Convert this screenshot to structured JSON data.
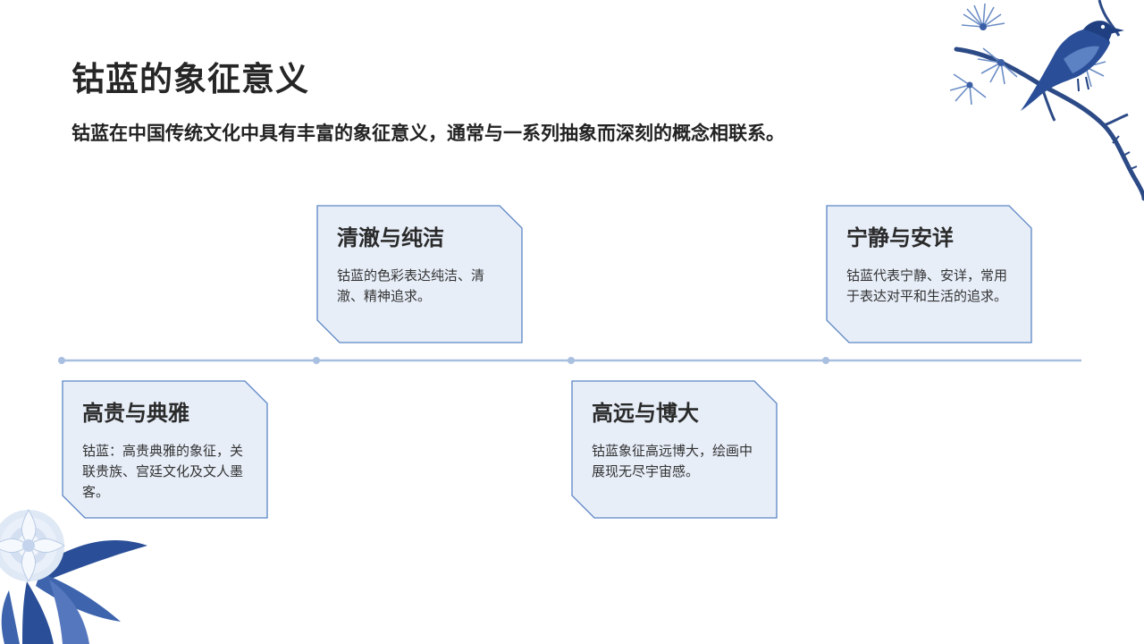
{
  "title": "钴蓝的象征意义",
  "subtitle": "钴蓝在中国传统文化中具有丰富的象征意义，通常与一系列抽象而深刻的概念相联系。",
  "cards": [
    {
      "title": "高贵与典雅",
      "body": "钴蓝：高贵典雅的象征，关联贵族、宫廷文化及文人墨客。"
    },
    {
      "title": "清澈与纯洁",
      "body": "钴蓝的色彩表达纯洁、清澈、精神追求。"
    },
    {
      "title": "高远与博大",
      "body": "钴蓝象征高远博大，绘画中展现无尽宇宙感。"
    },
    {
      "title": "宁静与安详",
      "body": "钴蓝代表宁静、安详，常用于表达对平和生活的追求。"
    }
  ],
  "colors": {
    "card_fill": "#e7eef8",
    "card_border": "#5b86c5",
    "timeline": "#a9bfdf",
    "dot": "#8eaad3",
    "deco_blue": "#2a4f98"
  },
  "decorations": [
    "bird-on-branch-illustration",
    "peony-flower-illustration"
  ]
}
